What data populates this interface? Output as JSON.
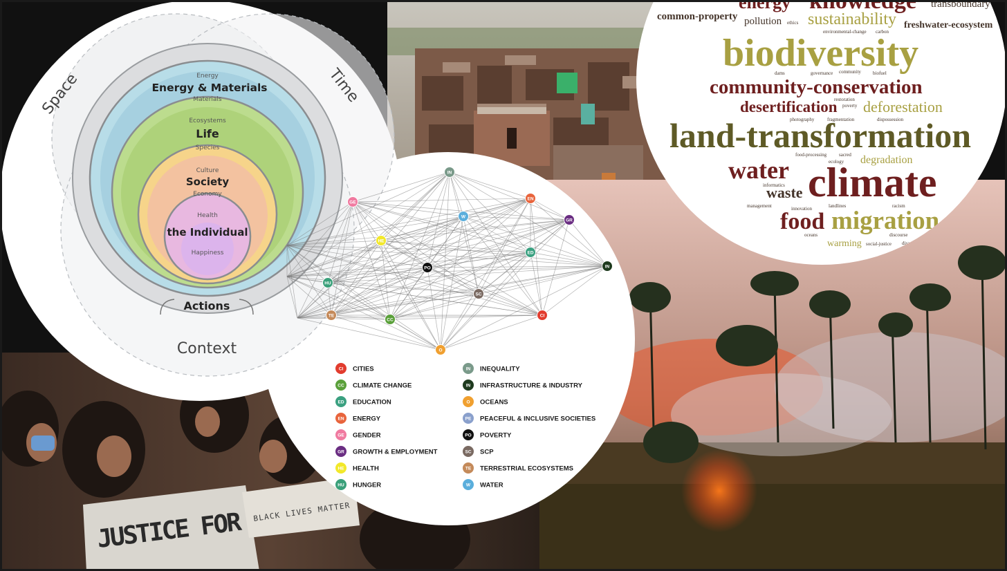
{
  "diagram": {
    "space_label": "Space",
    "time_label": "Time",
    "context_label": "Context",
    "actions_label": "Actions",
    "layers": [
      {
        "top": "Energy",
        "main": "Energy & Materials",
        "bottom": "Materials"
      },
      {
        "top": "Ecosystems",
        "main": "Life",
        "bottom": "Species"
      },
      {
        "top": "Culture",
        "main": "Society",
        "bottom": "Economy"
      },
      {
        "top": "Health",
        "main": "the Individual",
        "bottom": "Happiness"
      }
    ]
  },
  "word_cloud": {
    "words": [
      "energy",
      "knowledge",
      "transboundary",
      "common-property",
      "pollution",
      "ethics",
      "sustainability",
      "freshwater-ecosystem",
      "environmental-change",
      "carbon",
      "biodiversity",
      "dams",
      "governance",
      "community",
      "biofuel",
      "community-conservation",
      "restoration",
      "desertification",
      "poverty",
      "deforestation",
      "photography",
      "fragmentation",
      "dispossession",
      "land-transformation",
      "food-processing",
      "sacred",
      "ecology",
      "degradation",
      "water",
      "climate",
      "informatics",
      "waste",
      "management",
      "innovation",
      "landlines",
      "racism",
      "food",
      "migration",
      "oceans",
      "discourse",
      "warming",
      "social-justice",
      "disaster"
    ]
  },
  "sdg_network": {
    "nodes": [
      {
        "code": "IN",
        "color": "#7a9a8a"
      },
      {
        "code": "GE",
        "color": "#f07aa0"
      },
      {
        "code": "EN",
        "color": "#e8643c"
      },
      {
        "code": "GR",
        "color": "#6a2d82"
      },
      {
        "code": "W",
        "color": "#5aaedc"
      },
      {
        "code": "HE",
        "color": "#f2e82a"
      },
      {
        "code": "PO",
        "color": "#111111"
      },
      {
        "code": "ED",
        "color": "#3aa080"
      },
      {
        "code": "IN",
        "color": "#1e3a1e"
      },
      {
        "code": "HU",
        "color": "#3aa07a"
      },
      {
        "code": "SC",
        "color": "#7a6a62"
      },
      {
        "code": "TE",
        "color": "#c48a5a"
      },
      {
        "code": "CC",
        "color": "#5aa03a"
      },
      {
        "code": "CI",
        "color": "#e23c2e"
      },
      {
        "code": "O",
        "color": "#f0a030"
      }
    ],
    "legend_left": [
      {
        "code": "CI",
        "label": "CITIES",
        "color": "#e23c2e"
      },
      {
        "code": "CC",
        "label": "CLIMATE CHANGE",
        "color": "#5aa03a"
      },
      {
        "code": "ED",
        "label": "EDUCATION",
        "color": "#3aa080"
      },
      {
        "code": "EN",
        "label": "ENERGY",
        "color": "#e8643c"
      },
      {
        "code": "GE",
        "label": "GENDER",
        "color": "#f07aa0"
      },
      {
        "code": "GR",
        "label": "GROWTH & EMPLOYMENT",
        "color": "#6a2d82"
      },
      {
        "code": "HE",
        "label": "HEALTH",
        "color": "#f2e82a"
      },
      {
        "code": "HU",
        "label": "HUNGER",
        "color": "#3aa07a"
      }
    ],
    "legend_right": [
      {
        "code": "IN",
        "label": "INEQUALITY",
        "color": "#7a9a8a"
      },
      {
        "code": "IN",
        "label": "INFRASTRUCTURE & INDUSTRY",
        "color": "#1e3a1e"
      },
      {
        "code": "O",
        "label": "OCEANS",
        "color": "#f0a030"
      },
      {
        "code": "PE",
        "label": "PEACEFUL & INCLUSIVE SOCIETIES",
        "color": "#8aa0cc"
      },
      {
        "code": "PO",
        "label": "POVERTY",
        "color": "#111111"
      },
      {
        "code": "SC",
        "label": "SCP",
        "color": "#7a6a62"
      },
      {
        "code": "TE",
        "label": "TERRESTRIAL ECOSYSTEMS",
        "color": "#c48a5a"
      },
      {
        "code": "W",
        "label": "WATER",
        "color": "#5aaedc"
      }
    ]
  },
  "protest": {
    "sign_main": "JUSTICE FOR",
    "sign_small": "BLACK LIVES MATTER"
  }
}
